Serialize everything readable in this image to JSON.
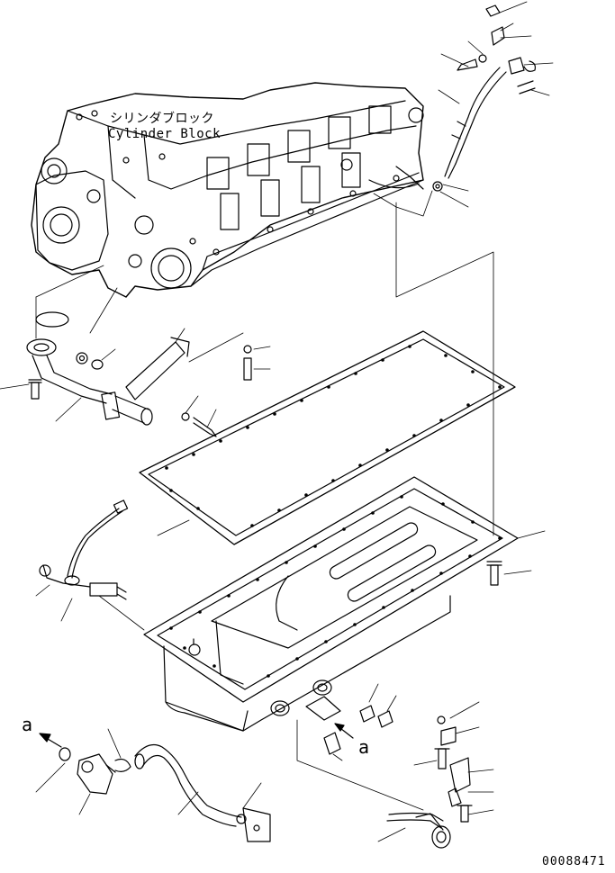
{
  "labels": {
    "cylinder_block_jp": "シリンダブロック",
    "cylinder_block_en": "Cylinder Block",
    "view_a_left": "a",
    "view_a_right": "a",
    "drawing_code": "00088471"
  },
  "colors": {
    "line": "#000000",
    "background": "#ffffff"
  }
}
